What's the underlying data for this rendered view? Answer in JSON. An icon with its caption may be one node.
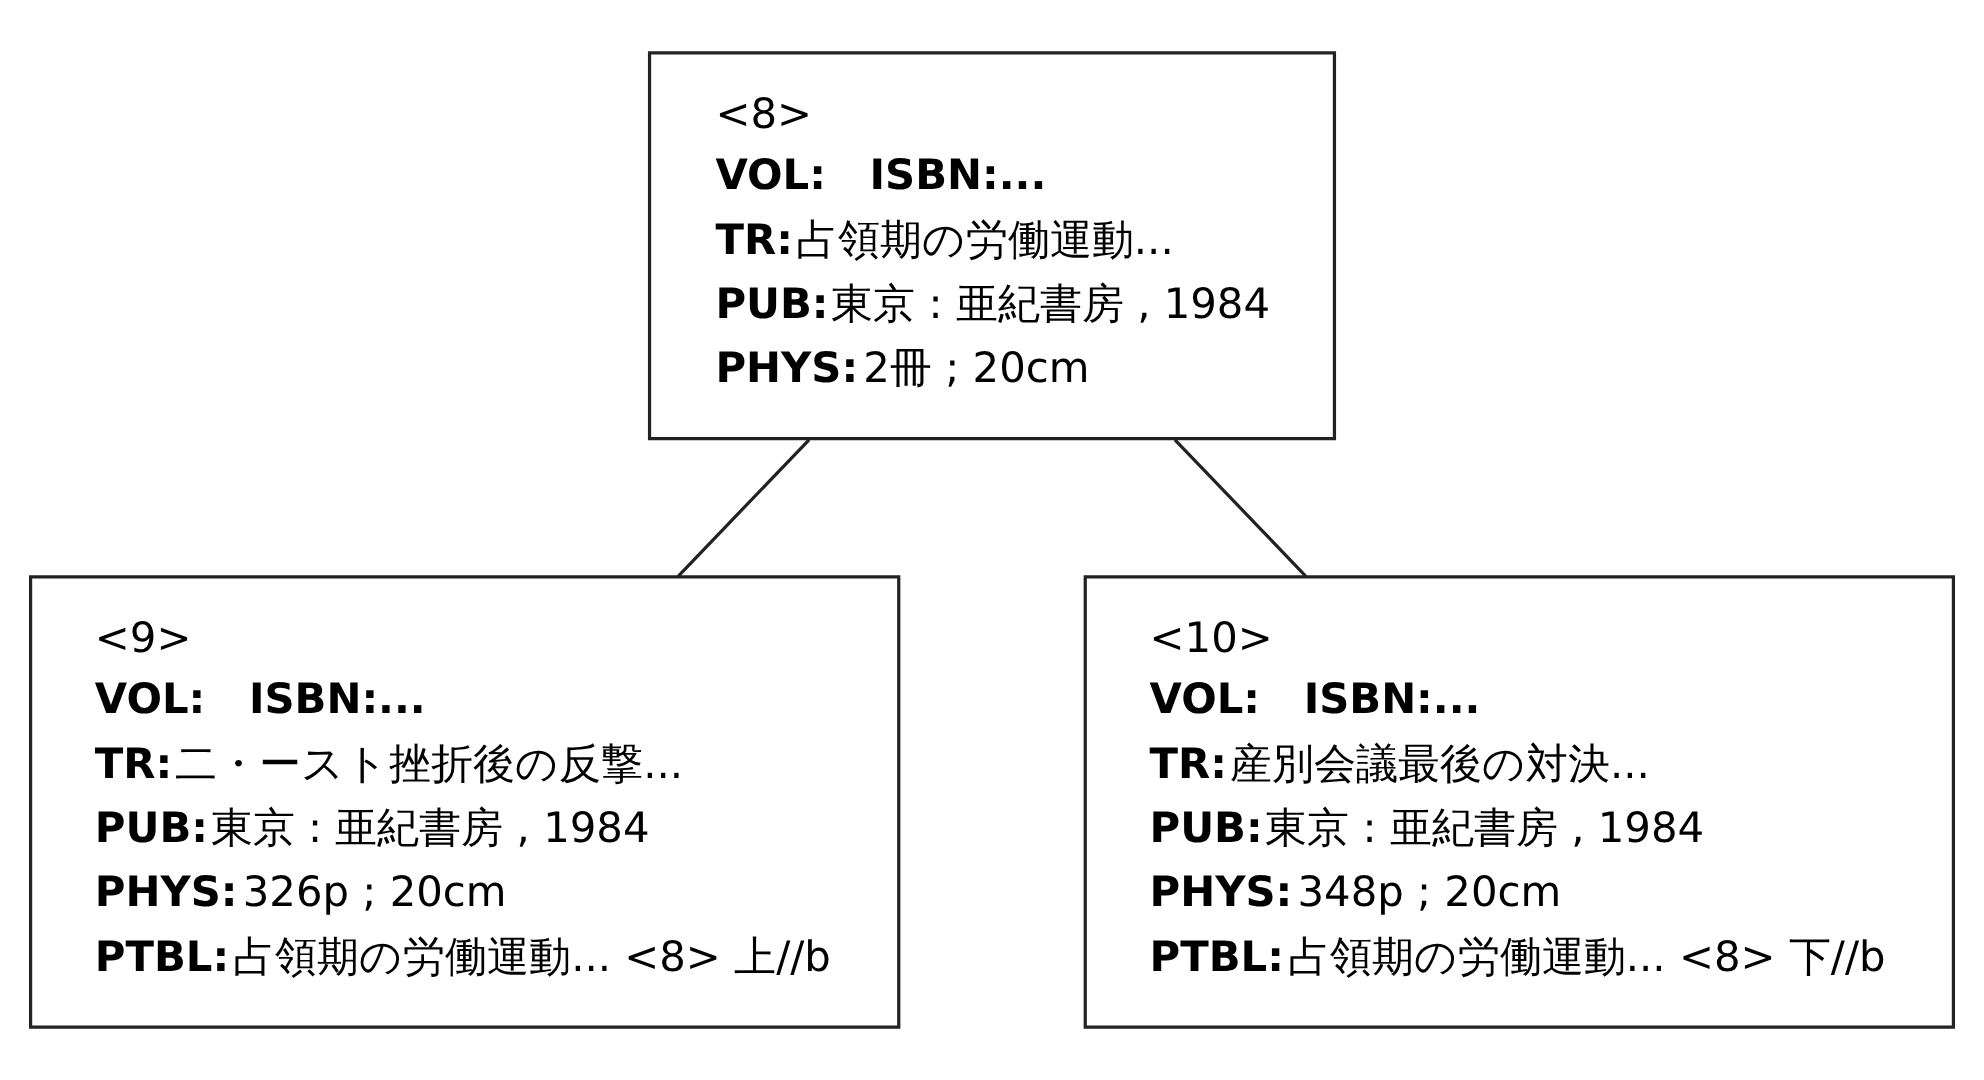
{
  "diagram": {
    "nodes": [
      {
        "text": [
          "<8>",
          "**VOL:   ISBN:...**",
          "**TR:**占領期の労働運動...",
          "**PUB:**東京 : 亜紀書房 , 1984",
          "**PHYS:**2冊 ; 20cm"
        ]
      },
      {
        "text": [
          "<9>",
          "**VOL:   ISBN:...**",
          "**TR:**二・ースト挫折後の反撃...",
          "**PUB:**東京 : 亜紀書房 , 1984",
          "**PHYS:**326p ; 20cm",
          "**PTBL:**占領期の労働運動... <8> 上//b"
        ]
      },
      {
        "text": [
          "<10>",
          "**VOL:   ISBN:...**",
          "**TR:**産別会議最後の対決...",
          "**PUB:**東京 : 亜紀書房 , 1984",
          "**PHYS:**348p ; 20cm",
          "**PTBL:**占領期の労働運動... <8> 下//b"
        ]
      }
    ],
    "edges": [
      {
        "from": 0,
        "to": 1,
        "arrow": "none"
      },
      {
        "from": 0,
        "to": 2,
        "arrow": "none"
      }
    ]
  }
}
